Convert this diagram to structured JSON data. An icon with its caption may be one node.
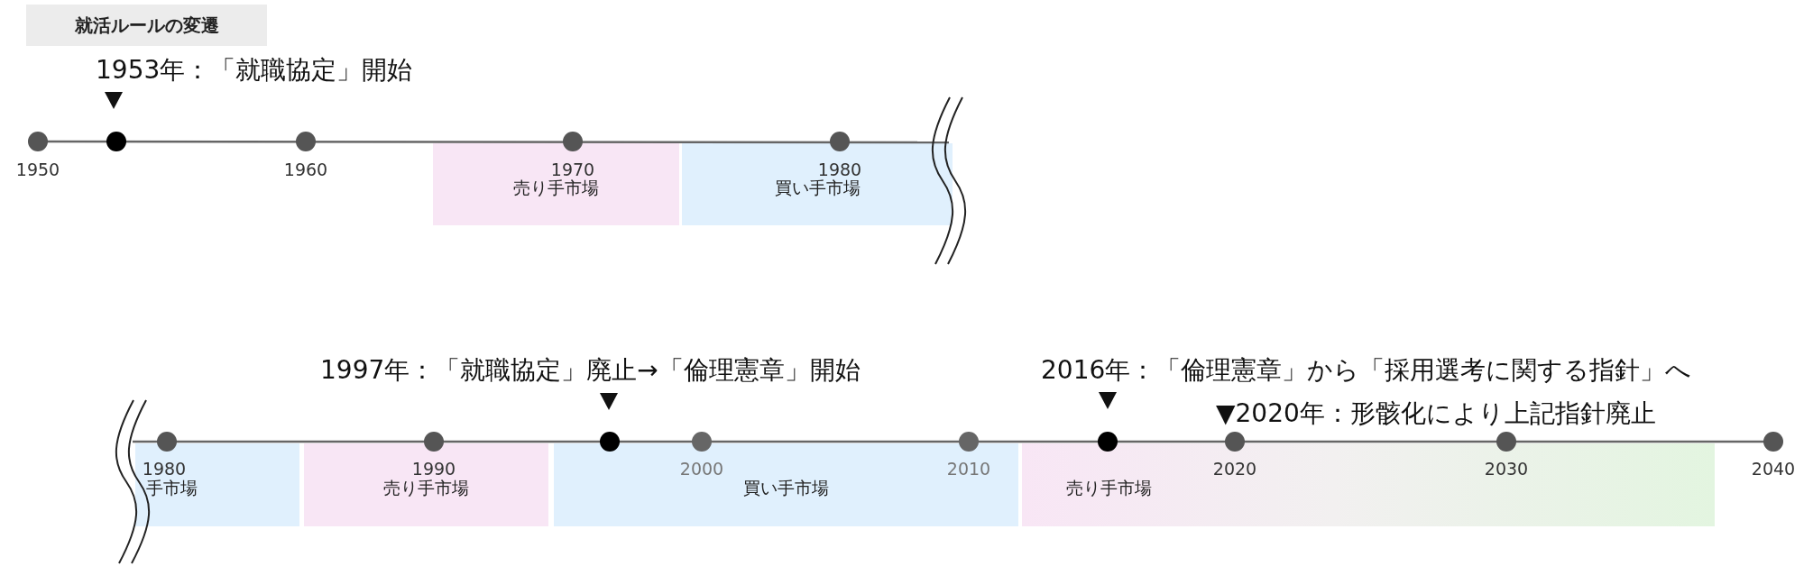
{
  "diagram": {
    "nodes": [
      {
        "text": [
          "就活ルールの変遷"
        ]
      },
      {
        "text": [
          "売り手市場"
        ]
      },
      {
        "text": [
          "買い手市場"
        ]
      },
      {
        "text": [
          "手市場"
        ]
      },
      {
        "text": [
          "売り手市場"
        ]
      },
      {
        "text": [
          "買い手市場"
        ]
      },
      {
        "text": [
          "売り手市場"
        ]
      }
    ],
    "labels": [
      "1953年：「就職協定」開始",
      "1950",
      "1960",
      "1970",
      "1980",
      "1997年：「就職協定」廃止→「倫理憲章」開始",
      "2016年：「倫理憲章」から「採用選考に関する指針」へ",
      "▼2020年：形骸化により上記指針廃止",
      "1980",
      "1990",
      "2000",
      "2010",
      "2020",
      "2030",
      "2040"
    ]
  }
}
